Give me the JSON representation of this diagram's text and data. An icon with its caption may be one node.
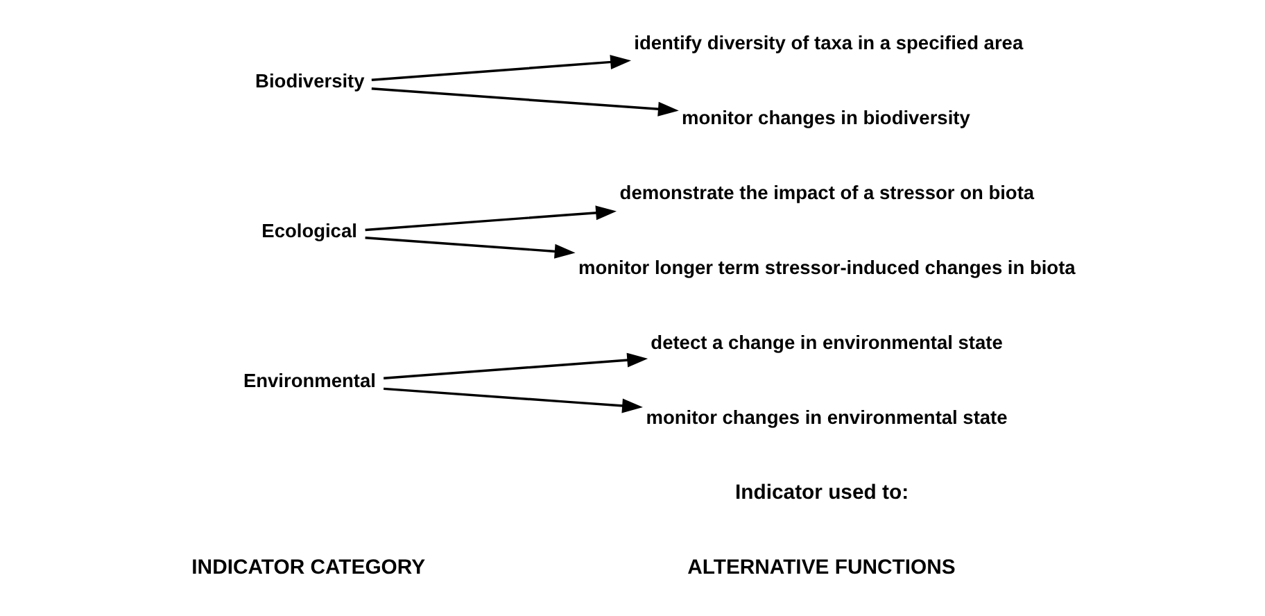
{
  "diagram": {
    "nodes": [
      {
        "text": [
          "Environmental"
        ]
      },
      {
        "text": [
          "detect a change in environmental state"
        ]
      },
      {
        "text": [
          "monitor changes in environmental state"
        ]
      },
      {
        "text": [
          "Ecological"
        ]
      },
      {
        "text": [
          "demonstrate the impact of a stressor on biota"
        ]
      },
      {
        "text": [
          "monitor longer term stressor-induced changes in biota"
        ]
      },
      {
        "text": [
          "Biodiversity"
        ]
      },
      {
        "text": [
          "identify diversity of taxa in a specified area"
        ]
      },
      {
        "text": [
          "monitor changes in biodiversity"
        ]
      }
    ],
    "edges": [
      {
        "from": 0,
        "to": 1,
        "arrow": "to"
      },
      {
        "from": 0,
        "to": 2,
        "arrow": "to"
      },
      {
        "from": 3,
        "to": 4,
        "arrow": "to"
      },
      {
        "from": 3,
        "to": 5,
        "arrow": "to"
      },
      {
        "from": 6,
        "to": 7,
        "arrow": "to"
      },
      {
        "from": 6,
        "to": 8,
        "arrow": "to"
      }
    ],
    "labels": [
      "INDICATOR CATEGORY",
      "ALTERNATIVE FUNCTIONS",
      "Indicator used to:"
    ]
  }
}
